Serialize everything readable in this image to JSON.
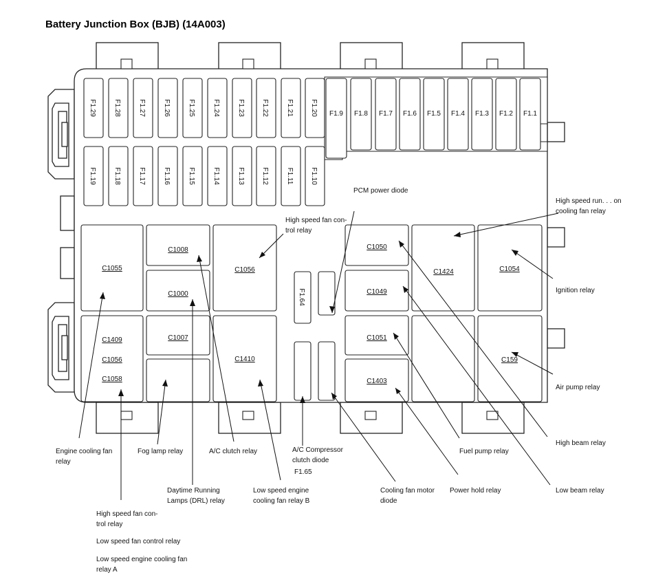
{
  "title": "Battery Junction Box (BJB) (14A003)",
  "fuses_top_vertical": [
    "F1.29",
    "F1.28",
    "F1.27",
    "F1.26",
    "F1.25",
    "F1.24",
    "F1.23",
    "F1.22",
    "F1.21",
    "F1.20"
  ],
  "fuses_top_maxi": [
    "F1.9",
    "F1.8",
    "F1.7",
    "F1.6",
    "F1.5",
    "F1.4",
    "F1.3",
    "F1.2",
    "F1.1"
  ],
  "fuses_second_vertical": [
    "F1.19",
    "F1.18",
    "F1.17",
    "F1.16",
    "F1.15",
    "F1.14",
    "F1.13",
    "F1.12",
    "F1.11",
    "F1.10"
  ],
  "fuse_f164": "F1.64",
  "relays": {
    "c1055": "C1055",
    "c1008": "C1008",
    "c1000": "C1000",
    "c1007": "C1007",
    "c1056_top": "C1056",
    "c1410": "C1410",
    "c1409": "C1409",
    "c1056_low": "C1056",
    "c1058": "C1058",
    "c1050": "C1050",
    "c1049": "C1049",
    "c1051": "C1051",
    "c1403": "C1403",
    "c1424": "C1424",
    "c1054": "C1054",
    "c159": "C159"
  },
  "callouts": {
    "pcm_power_diode": "PCM power diode",
    "high_speed_fan_control_relay_top": [
      "High speed fan con-",
      "trol relay"
    ],
    "high_speed_run_on": [
      "High speed run.  . .  on",
      "cooling fan relay"
    ],
    "ignition_relay": "Ignition relay",
    "air_pump_relay": "Air pump relay",
    "high_beam_relay": "High beam relay",
    "low_beam_relay": "Low beam relay",
    "fuel_pump_relay": "Fuel pump relay",
    "power_hold_relay": "Power hold relay",
    "cooling_fan_motor_diode": [
      "Cooling fan motor",
      "diode"
    ],
    "ac_compressor_clutch_diode": [
      "A/C Compressor",
      "clutch diode",
      "F1.65"
    ],
    "low_speed_engine_cooling_fan_relay_b": [
      "Low speed engine",
      "cooling fan relay B"
    ],
    "ac_clutch_relay": "A/C clutch relay",
    "fog_lamp_relay": "Fog lamp relay",
    "engine_cooling_fan_relay": [
      "Engine cooling fan",
      "relay"
    ],
    "drl_relay": [
      "Daytime Running",
      "Lamps (DRL) relay"
    ],
    "high_speed_fan_control_relay_bottom": [
      "High speed fan con-",
      "trol relay"
    ],
    "low_speed_fan_control_relay": "Low speed fan control relay",
    "low_speed_engine_cooling_fan_relay_a": [
      "Low speed engine cooling fan",
      "relay A"
    ]
  }
}
